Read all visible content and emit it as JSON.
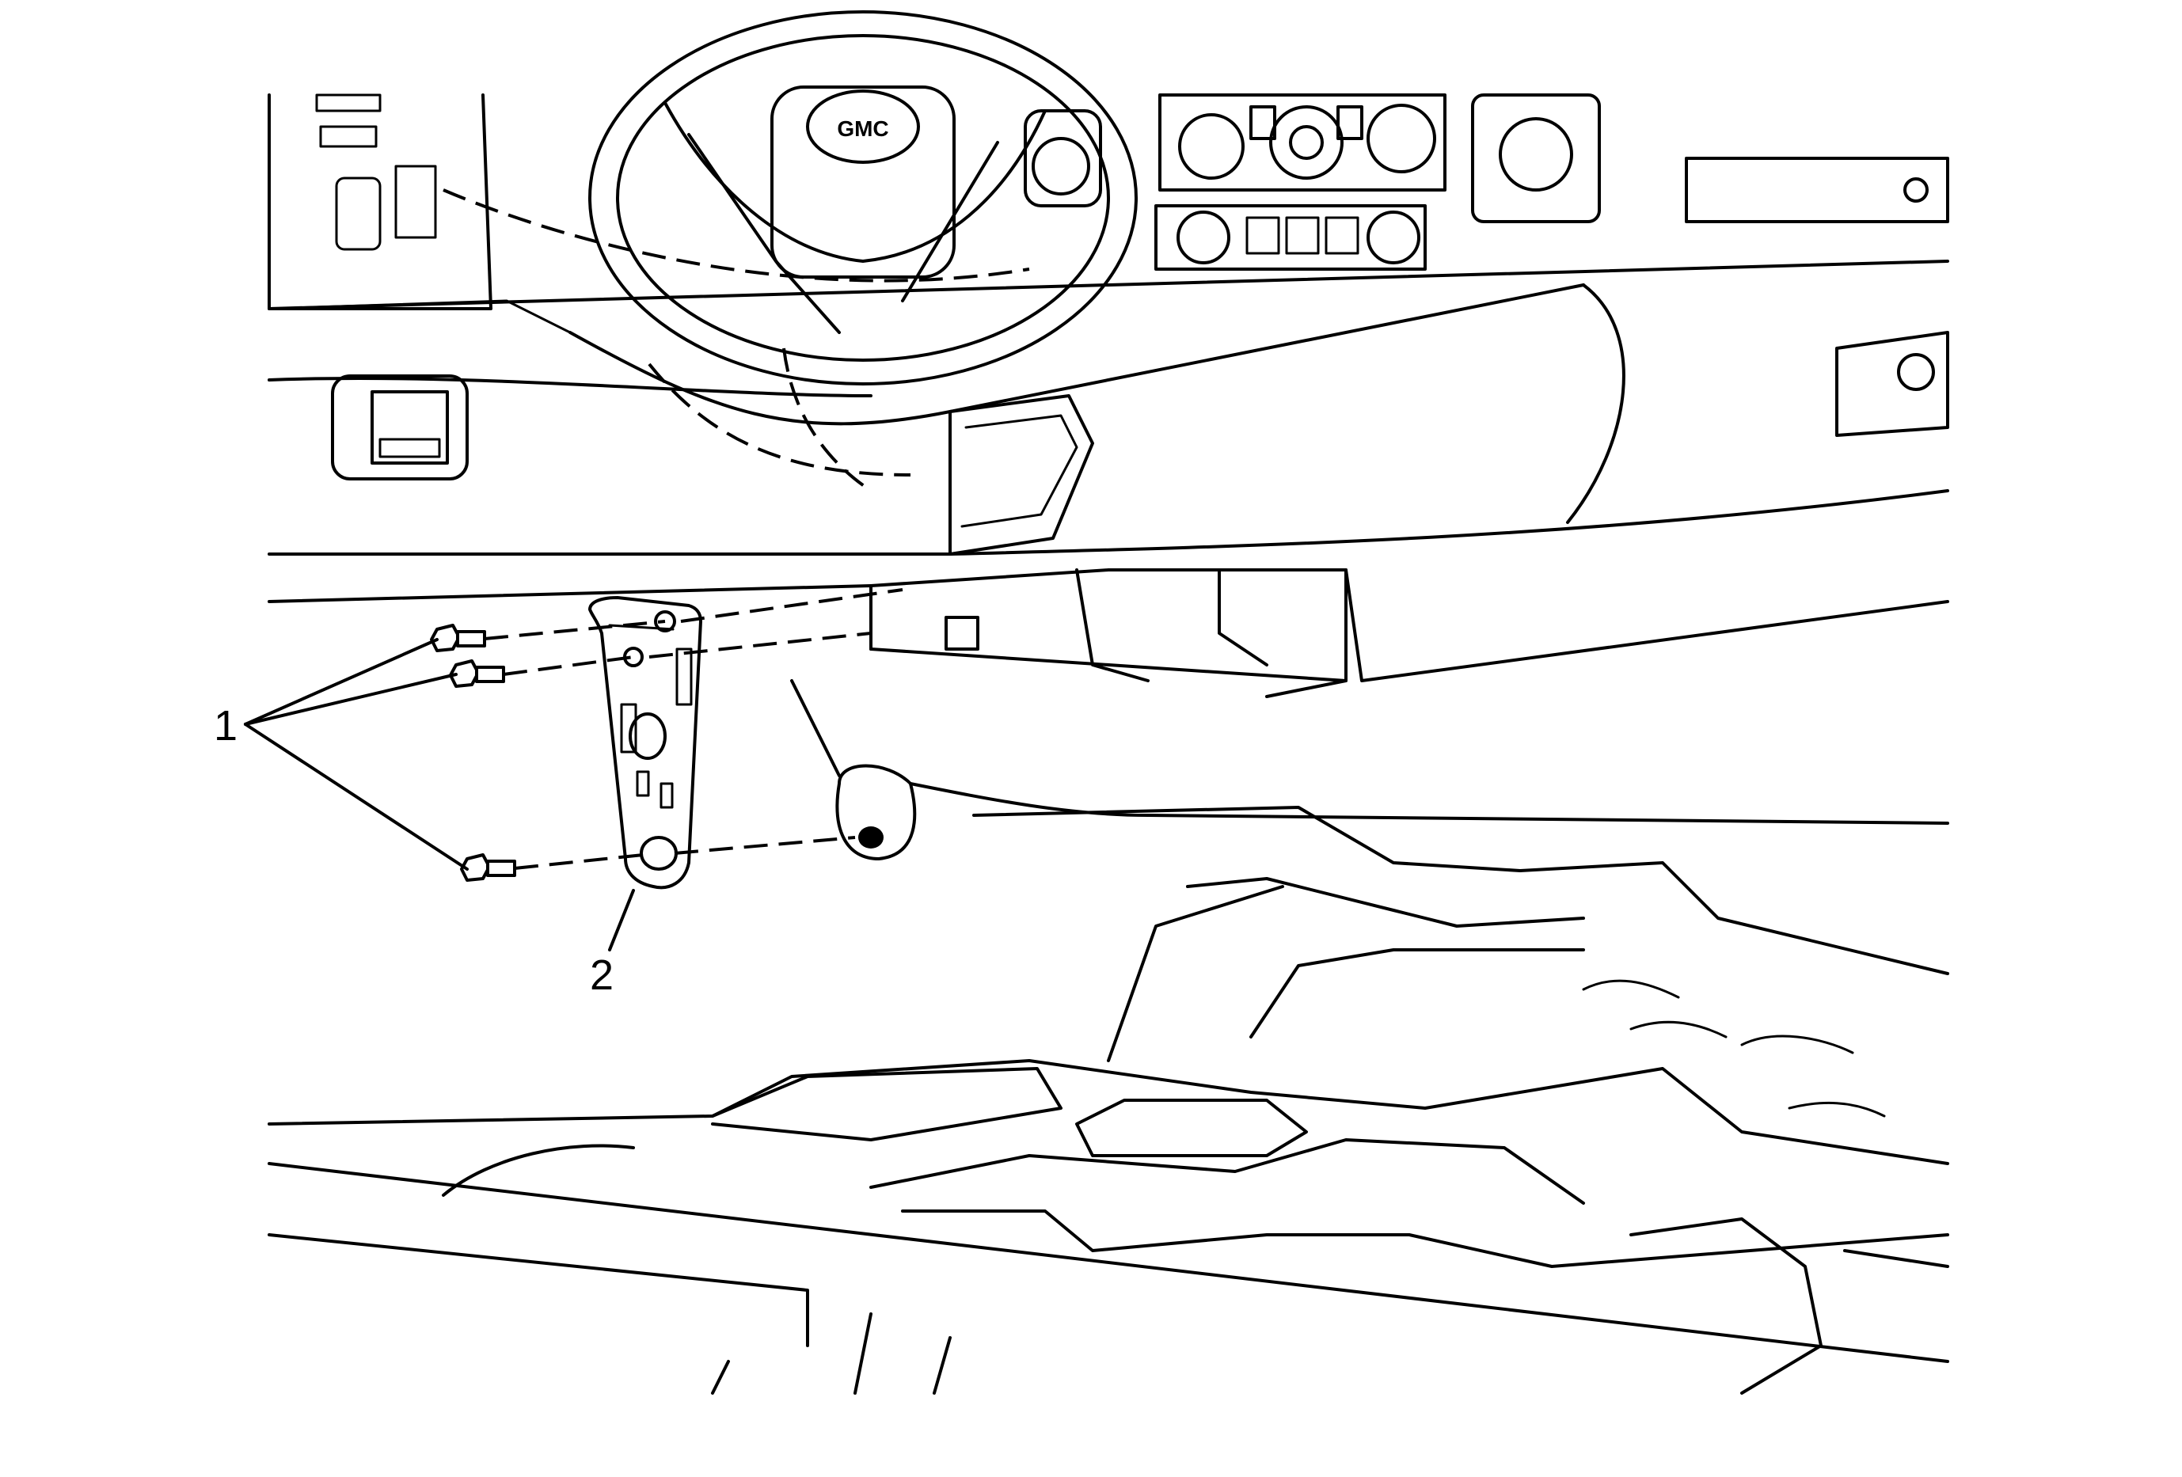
{
  "callouts": [
    {
      "id": "1",
      "label": "1"
    },
    {
      "id": "2",
      "label": "2"
    }
  ],
  "logo_text": "GMC",
  "colors": {
    "ink": "#000000",
    "paper": "#ffffff"
  }
}
